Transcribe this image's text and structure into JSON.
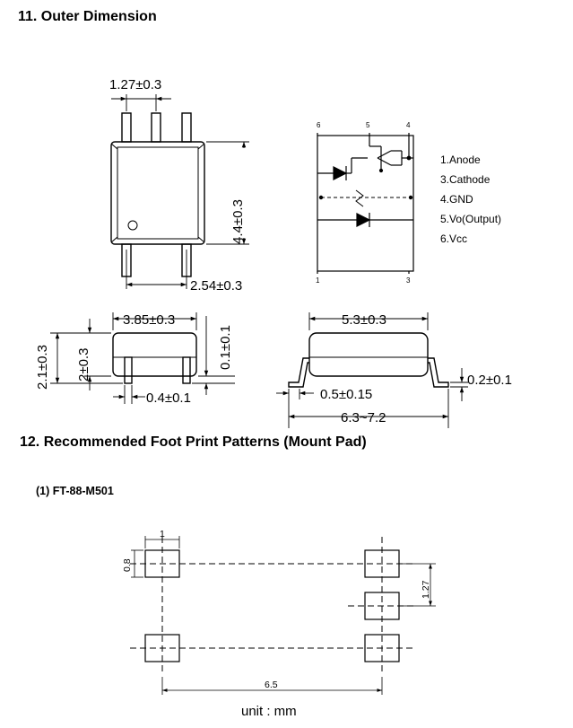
{
  "section11": {
    "title": "11.  Outer Dimension"
  },
  "top_view": {
    "pin_pitch": "1.27±0.3",
    "body_length": "4.4±0.3",
    "pin_span": "2.54±0.3"
  },
  "schematic": {
    "pin_numbers": [
      "6",
      "5",
      "4",
      "1",
      "3"
    ],
    "legend": [
      "1.Anode",
      "3.Cathode",
      "4.GND",
      "5.Vo(Output)",
      "6.Vcc"
    ]
  },
  "side_view": {
    "body_width": "3.85±0.3",
    "total_height": "2.1±0.3",
    "body_height": "2±0.3",
    "standoff": "0.1±0.1",
    "lead_width": "0.4±0.1"
  },
  "end_view": {
    "body_width": "5.3±0.3",
    "lead_thickness": "0.2±0.1",
    "foot_length": "0.5±0.15",
    "overall_width": "6.3~7.2"
  },
  "section12": {
    "title": "12. Recommended Foot Print Patterns (Mount Pad)",
    "subtitle": "(1)  FT-88-M501",
    "pad_width": "1",
    "pad_height": "0.8",
    "pitch": "1.27",
    "span": "6.5",
    "unit": "unit :  mm"
  }
}
